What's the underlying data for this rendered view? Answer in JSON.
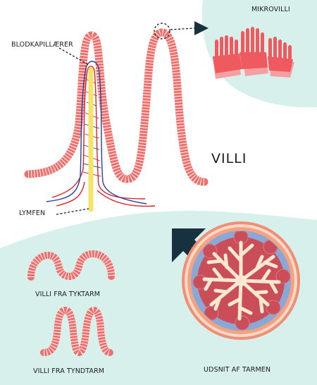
{
  "labels": {
    "blodkapillaerer": "BLODKAPILLÆRER",
    "mikrovilli": "MIKROVILLI",
    "villi": "VILLI",
    "lymfen": "LYMFEN",
    "villi_tyktarm": "VILLI FRA TYKTARM",
    "villi_tyndtarm": "VILLI FRA TYNDTARM",
    "udsnit": "UDSNIT AF TARMEN"
  },
  "colors": {
    "background_tint": "#d7f0ec",
    "villi_wall": "#ef6f6c",
    "villi_wall_stripe": "#ffffff",
    "capillary_red": "#d8252e",
    "capillary_blue": "#2a3f9a",
    "lymph": "#f4e56a",
    "arrow": "#17313f",
    "microvilli": "#ef5a5f",
    "cross_section_outer": "#f08f77",
    "cross_section_blue": "#8aa8d6"
  }
}
